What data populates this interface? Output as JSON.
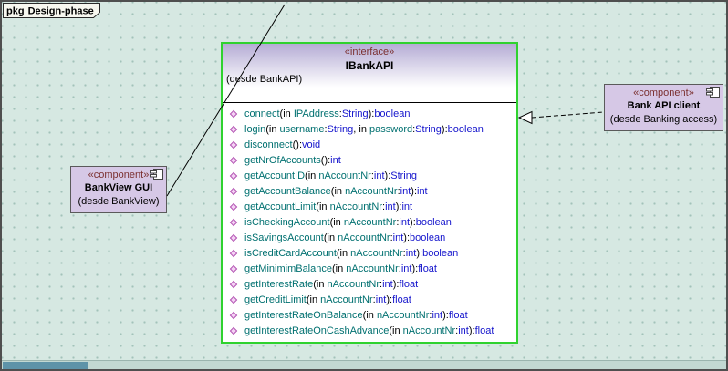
{
  "frame_label": {
    "keyword": "pkg",
    "name": "Design-phase"
  },
  "interface_box": {
    "stereotype": "«interface»",
    "name": "IBankAPI",
    "origin": "(desde BankAPI)",
    "operations": [
      {
        "name": "connect",
        "params": [
          {
            "kw": "in",
            "name": "IPAddress",
            "type": "String"
          }
        ],
        "returns": "boolean"
      },
      {
        "name": "login",
        "params": [
          {
            "kw": "in",
            "name": "username",
            "type": "String"
          },
          {
            "kw": "in",
            "name": "password",
            "type": "String"
          }
        ],
        "returns": "boolean"
      },
      {
        "name": "disconnect",
        "params": [],
        "returns": "void"
      },
      {
        "name": "getNrOfAccounts",
        "params": [],
        "returns": "int"
      },
      {
        "name": "getAccountID",
        "params": [
          {
            "kw": "in",
            "name": "nAccountNr",
            "type": "int"
          }
        ],
        "returns": "String"
      },
      {
        "name": "getAccountBalance",
        "params": [
          {
            "kw": "in",
            "name": "nAccountNr",
            "type": "int"
          }
        ],
        "returns": "int"
      },
      {
        "name": "getAccountLimit",
        "params": [
          {
            "kw": "in",
            "name": "nAccountNr",
            "type": "int"
          }
        ],
        "returns": "int"
      },
      {
        "name": "isCheckingAccount",
        "params": [
          {
            "kw": "in",
            "name": "nAccountNr",
            "type": "int"
          }
        ],
        "returns": "boolean"
      },
      {
        "name": "isSavingsAccount",
        "params": [
          {
            "kw": "in",
            "name": "nAccountNr",
            "type": "int"
          }
        ],
        "returns": "boolean"
      },
      {
        "name": "isCreditCardAccount",
        "params": [
          {
            "kw": "in",
            "name": "nAccountNr",
            "type": "int"
          }
        ],
        "returns": "boolean"
      },
      {
        "name": "getMinimimBalance",
        "params": [
          {
            "kw": "in",
            "name": "nAccountNr",
            "type": "int"
          }
        ],
        "returns": "float"
      },
      {
        "name": "getInterestRate",
        "params": [
          {
            "kw": "in",
            "name": "nAccountNr",
            "type": "int"
          }
        ],
        "returns": "float"
      },
      {
        "name": "getCreditLimit",
        "params": [
          {
            "kw": "in",
            "name": "nAccountNr",
            "type": "int"
          }
        ],
        "returns": "float"
      },
      {
        "name": "getInterestRateOnBalance",
        "params": [
          {
            "kw": "in",
            "name": "nAccountNr",
            "type": "int"
          }
        ],
        "returns": "float"
      },
      {
        "name": "getInterestRateOnCashAdvance",
        "params": [
          {
            "kw": "in",
            "name": "nAccountNr",
            "type": "int"
          }
        ],
        "returns": "float"
      }
    ]
  },
  "components": {
    "bankview": {
      "stereotype": "«component»",
      "name": "BankView GUI",
      "origin": "(desde BankView)"
    },
    "bankapi": {
      "stereotype": "«component»",
      "name": "Bank API client",
      "origin": "(desde Banking access)"
    }
  },
  "colors": {
    "bg": "#d6e8e2",
    "dot": "#a2c2ba",
    "frame_border": "#4f4f4f",
    "select_green": "#2fd22f",
    "hdr_top": "#b5acd5",
    "stereo": "#7b3030",
    "op_name": "#007070",
    "op_type": "#1414cc",
    "comp_fill": "#d6c8e6",
    "comp_border": "#5a5a5a",
    "dia_b": "#b050b0",
    "dia_f": "#f4d2f4",
    "scroll_track": "#c2d8d2",
    "scroll_thumb": "#5e93a8"
  }
}
